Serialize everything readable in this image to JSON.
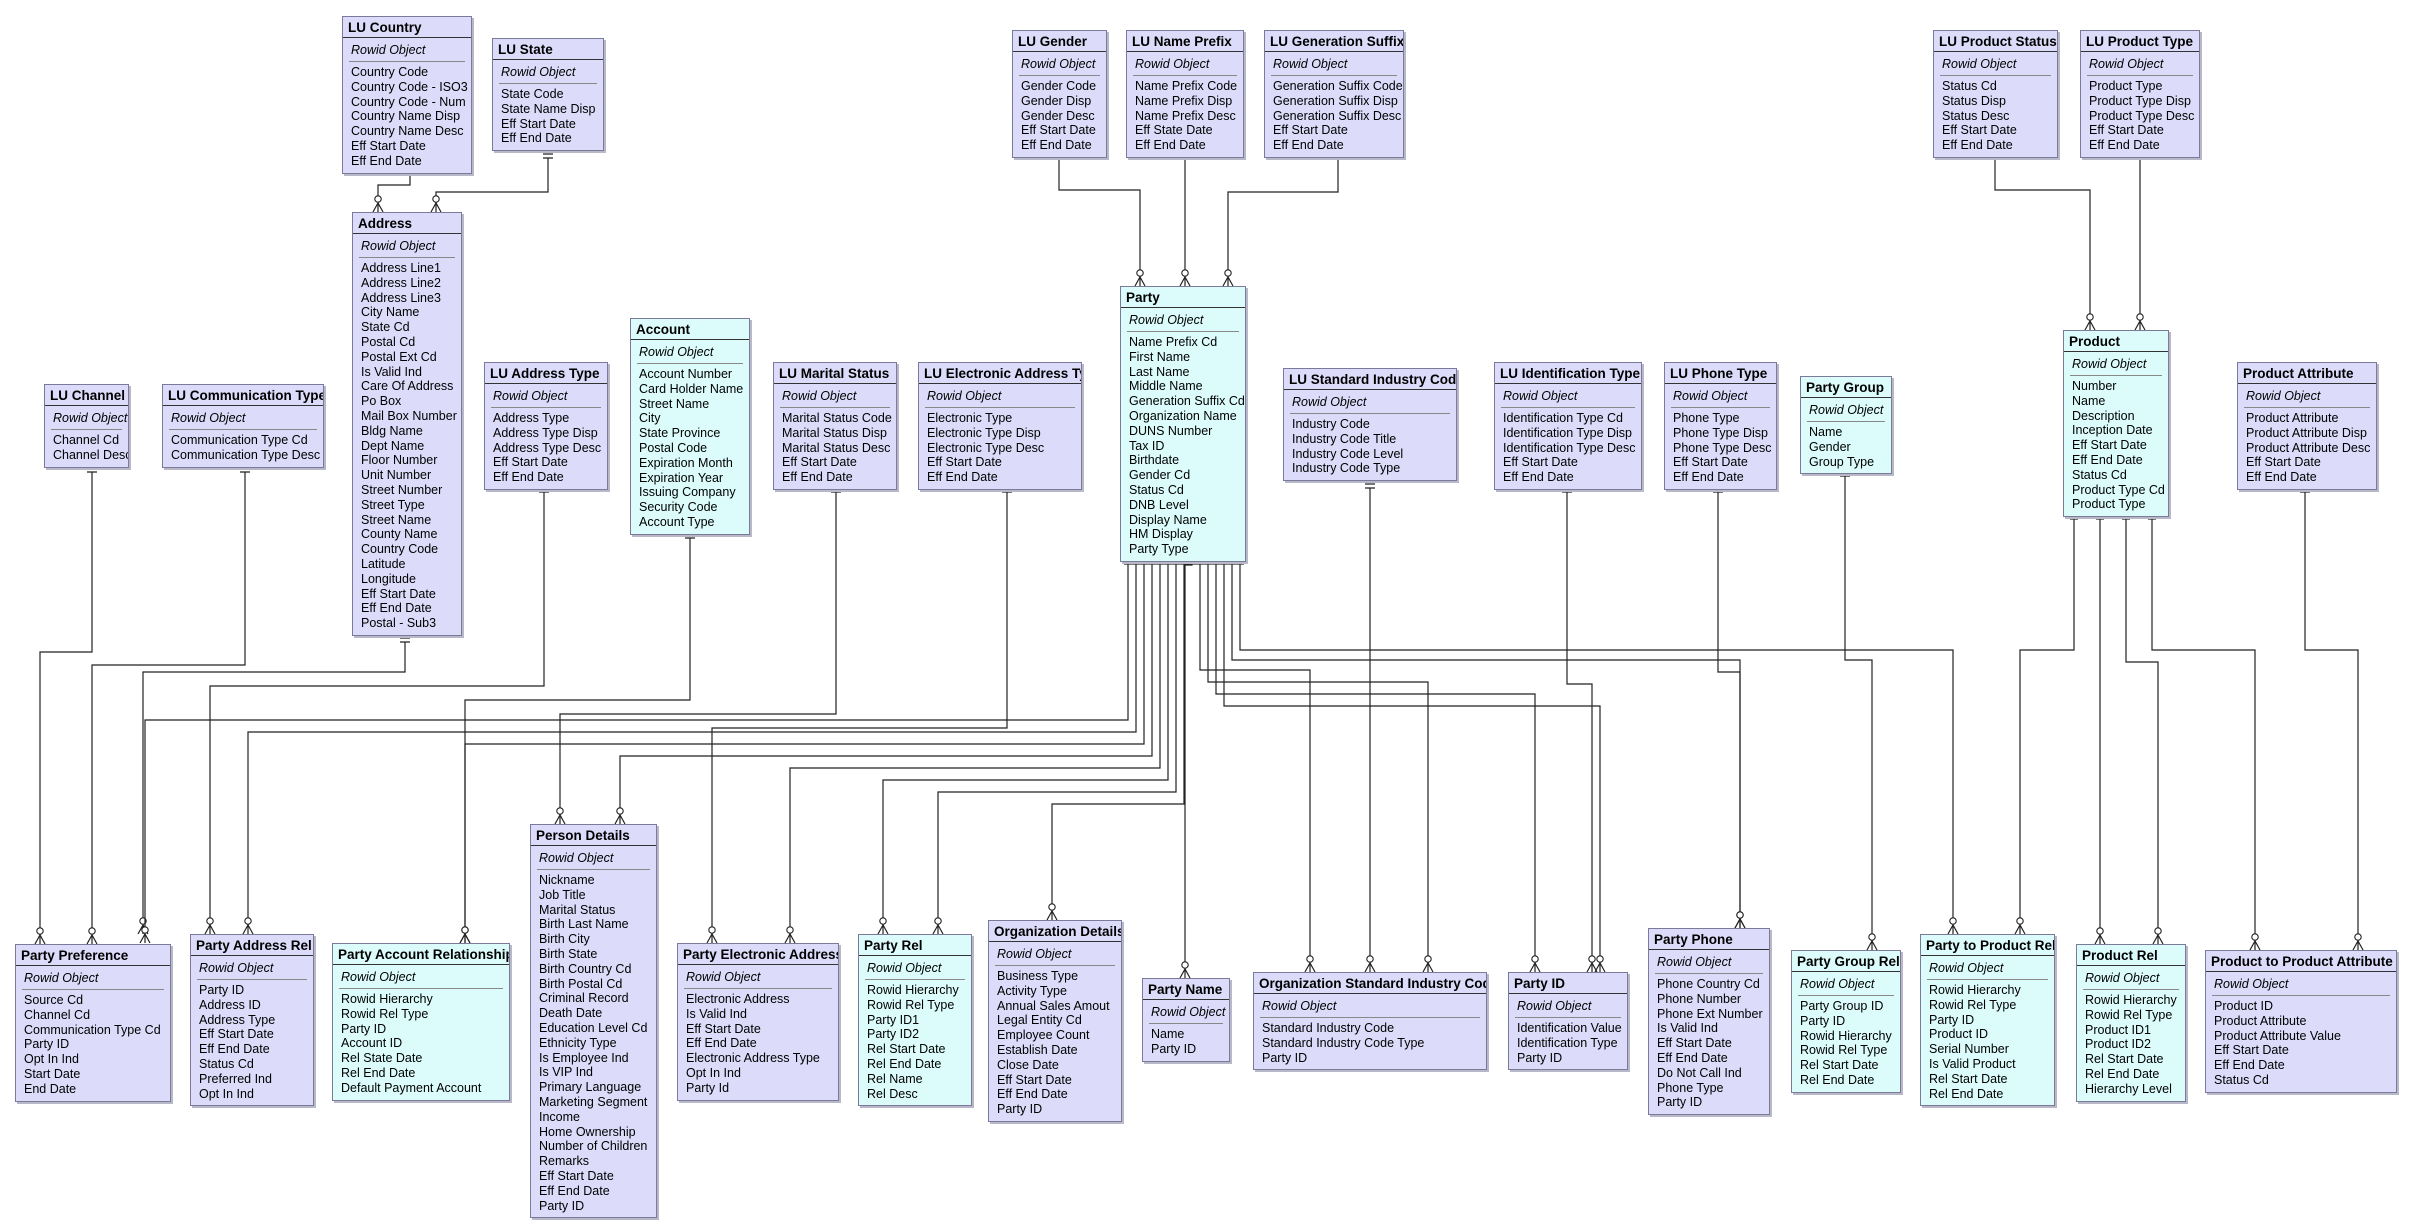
{
  "entities": {
    "lu_country": {
      "title": "LU Country",
      "rowid": "Rowid Object",
      "attrs": [
        "Country Code",
        "Country Code - ISO3",
        "Country Code - Num",
        "Country Name Disp",
        "Country Name Desc",
        "Eff Start Date",
        "Eff End Date"
      ]
    },
    "lu_state": {
      "title": "LU State",
      "rowid": "Rowid Object",
      "attrs": [
        "State Code",
        "State Name Disp",
        "Eff Start Date",
        "Eff End Date"
      ]
    },
    "address": {
      "title": "Address",
      "rowid": "Rowid Object",
      "attrs": [
        "Address Line1",
        "Address Line2",
        "Address Line3",
        "City Name",
        "State Cd",
        "Postal Cd",
        "Postal Ext Cd",
        "Is Valid Ind",
        "Care Of Address",
        "Po Box",
        "Mail Box Number",
        "Bldg Name",
        "Dept Name",
        "Floor Number",
        "Unit Number",
        "Street Number",
        "Street Type",
        "Street Name",
        "County Name",
        "Country Code",
        "Latitude",
        "Longitude",
        "Eff Start Date",
        "Eff End Date",
        "Postal - Sub3"
      ]
    },
    "lu_channel": {
      "title": "LU Channel",
      "rowid": "Rowid Object",
      "attrs": [
        "Channel Cd",
        "Channel Desc"
      ]
    },
    "lu_comm_type": {
      "title": "LU Communication Type",
      "rowid": "Rowid Object",
      "attrs": [
        "Communication Type Cd",
        "Communication Type Desc"
      ]
    },
    "lu_address_type": {
      "title": "LU Address Type",
      "rowid": "Rowid Object",
      "attrs": [
        "Address Type",
        "Address Type Disp",
        "Address Type Desc",
        "Eff Start Date",
        "Eff End Date"
      ]
    },
    "account": {
      "title": "Account",
      "rowid": "Rowid Object",
      "attrs": [
        "Account Number",
        "Card Holder Name",
        "Street Name",
        "City",
        "State Province",
        "Postal Code",
        "Expiration Month",
        "Expiration Year",
        "Issuing Company",
        "Security Code",
        "Account Type"
      ]
    },
    "lu_marital_status": {
      "title": "LU Marital Status",
      "rowid": "Rowid Object",
      "attrs": [
        "Marital Status Code",
        "Marital Status Disp",
        "Marital Status Desc",
        "Eff Start Date",
        "Eff End Date"
      ]
    },
    "lu_electronic_address_type": {
      "title": "LU Electronic Address Type",
      "rowid": "Rowid Object",
      "attrs": [
        "Electronic Type",
        "Electronic Type Disp",
        "Electronic Type Desc",
        "Eff Start Date",
        "Eff End Date"
      ]
    },
    "lu_gender": {
      "title": "LU Gender",
      "rowid": "Rowid Object",
      "attrs": [
        "Gender Code",
        "Gender Disp",
        "Gender Desc",
        "Eff Start Date",
        "Eff End Date"
      ]
    },
    "lu_name_prefix": {
      "title": "LU Name Prefix",
      "rowid": "Rowid Object",
      "attrs": [
        "Name Prefix Code",
        "Name Prefix Disp",
        "Name Prefix Desc",
        "Eff State Date",
        "Eff End Date"
      ]
    },
    "lu_generation_suffix": {
      "title": "LU Generation Suffix",
      "rowid": "Rowid Object",
      "attrs": [
        "Generation Suffix Code",
        "Generation Suffix Disp",
        "Generation Suffix Desc",
        "Eff Start Date",
        "Eff End Date"
      ]
    },
    "party": {
      "title": "Party",
      "rowid": "Rowid Object",
      "attrs": [
        "Name Prefix Cd",
        "First Name",
        "Last Name",
        "Middle Name",
        "Generation Suffix Cd",
        "Organization Name",
        "DUNS Number",
        "Tax ID",
        "Birthdate",
        "Gender Cd",
        "Status Cd",
        "DNB Level",
        "Display Name",
        "HM Display",
        "Party Type"
      ]
    },
    "lu_sic": {
      "title": "LU Standard Industry Code",
      "rowid": "Rowid Object",
      "attrs": [
        "Industry Code",
        "Industry Code Title",
        "Industry Code Level",
        "Industry Code Type"
      ]
    },
    "lu_identification_type": {
      "title": "LU Identification Type",
      "rowid": "Rowid Object",
      "attrs": [
        "Identification Type Cd",
        "Identification Type Disp",
        "Identification Type Desc",
        "Eff Start Date",
        "Eff End Date"
      ]
    },
    "lu_phone_type": {
      "title": "LU Phone Type",
      "rowid": "Rowid Object",
      "attrs": [
        "Phone Type",
        "Phone Type Disp",
        "Phone Type Desc",
        "Eff Start Date",
        "Eff End Date"
      ]
    },
    "party_group": {
      "title": "Party Group",
      "rowid": "Rowid Object",
      "attrs": [
        "Name",
        "Gender",
        "Group Type"
      ]
    },
    "lu_product_status": {
      "title": "LU Product Status",
      "rowid": "Rowid Object",
      "attrs": [
        "Status Cd",
        "Status Disp",
        "Status Desc",
        "Eff Start Date",
        "Eff End Date"
      ]
    },
    "lu_product_type": {
      "title": "LU Product Type",
      "rowid": "Rowid Object",
      "attrs": [
        "Product Type",
        "Product Type Disp",
        "Product Type Desc",
        "Eff Start Date",
        "Eff End Date"
      ]
    },
    "product": {
      "title": "Product",
      "rowid": "Rowid Object",
      "attrs": [
        "Number",
        "Name",
        "Description",
        "Inception Date",
        "Eff Start Date",
        "Eff End Date",
        "Status Cd",
        "Product Type Cd",
        "Product Type"
      ]
    },
    "product_attribute": {
      "title": "Product Attribute",
      "rowid": "Rowid Object",
      "attrs": [
        "Product Attribute",
        "Product Attribute Disp",
        "Product Attribute Desc",
        "Eff Start Date",
        "Eff End Date"
      ]
    },
    "party_preference": {
      "title": "Party Preference",
      "rowid": "Rowid Object",
      "attrs": [
        "Source Cd",
        "Channel Cd",
        "Communication Type Cd",
        "Party ID",
        "Opt In Ind",
        "Start Date",
        "End Date"
      ]
    },
    "party_address_rel": {
      "title": "Party Address Rel",
      "rowid": "Rowid Object",
      "attrs": [
        "Party ID",
        "Address ID",
        "Address Type",
        "Eff Start Date",
        "Eff End Date",
        "Status Cd",
        "Preferred Ind",
        "Opt In Ind"
      ]
    },
    "party_account_relationship": {
      "title": "Party Account Relationship",
      "rowid": "Rowid Object",
      "attrs": [
        "Rowid Hierarchy",
        "Rowid Rel Type",
        "Party ID",
        "Account ID",
        "Rel State Date",
        "Rel End Date",
        "Default Payment Account"
      ]
    },
    "person_details": {
      "title": "Person Details",
      "rowid": "Rowid Object",
      "attrs": [
        "Nickname",
        "Job Title",
        "Marital Status",
        "Birth Last Name",
        "Birth City",
        "Birth State",
        "Birth Country Cd",
        "Birth Postal Cd",
        "Criminal Record",
        "Death Date",
        "Education Level Cd",
        "Ethnicity Type",
        "Is Employee Ind",
        "Is VIP Ind",
        "Primary Language",
        "Marketing Segment",
        "Income",
        "Home Ownership",
        "Number of Children",
        "Remarks",
        "Eff Start Date",
        "Eff End Date",
        "Party ID"
      ]
    },
    "party_electronic_address": {
      "title": "Party Electronic Address",
      "rowid": "Rowid Object",
      "attrs": [
        "Electronic Address",
        "Is Valid Ind",
        "Eff Start Date",
        "Eff End Date",
        "Electronic Address Type",
        "Opt In Ind",
        "Party Id"
      ]
    },
    "party_rel": {
      "title": "Party Rel",
      "rowid": "Rowid Object",
      "attrs": [
        "Rowid Hierarchy",
        "Rowid Rel Type",
        "Party ID1",
        "Party ID2",
        "Rel Start Date",
        "Rel End Date",
        "Rel Name",
        "Rel Desc"
      ]
    },
    "organization_details": {
      "title": "Organization Details",
      "rowid": "Rowid Object",
      "attrs": [
        "Business Type",
        "Activity Type",
        "Annual Sales Amout",
        "Legal Entity Cd",
        "Employee Count",
        "Establish Date",
        "Close Date",
        "Eff Start Date",
        "Eff End Date",
        "Party ID"
      ]
    },
    "party_name": {
      "title": "Party Name",
      "rowid": "Rowid Object",
      "attrs": [
        "Name",
        "Party ID"
      ]
    },
    "org_sic": {
      "title": "Organization Standard Industry Code",
      "rowid": "Rowid Object",
      "attrs": [
        "Standard Industry Code",
        "Standard Industry Code Type",
        "Party ID"
      ]
    },
    "party_id": {
      "title": "Party ID",
      "rowid": "Rowid Object",
      "attrs": [
        "Identification Value",
        "Identification Type",
        "Party ID"
      ]
    },
    "party_phone": {
      "title": "Party Phone",
      "rowid": "Rowid Object",
      "attrs": [
        "Phone Country Cd",
        "Phone Number",
        "Phone Ext Number",
        "Is Valid Ind",
        "Eff Start Date",
        "Eff End Date",
        "Do Not Call Ind",
        "Phone Type",
        "Party ID"
      ]
    },
    "party_group_rel": {
      "title": "Party Group Rel",
      "rowid": "Rowid Object",
      "attrs": [
        "Party Group ID",
        "Party ID",
        "Rowid Hierarchy",
        "Rowid Rel Type",
        "Rel Start Date",
        "Rel End Date"
      ]
    },
    "party_to_product_rel": {
      "title": "Party to Product Rel",
      "rowid": "Rowid Object",
      "attrs": [
        "Rowid Hierarchy",
        "Rowid Rel Type",
        "Party ID",
        "Product ID",
        "Serial Number",
        "Is Valid Product",
        "Rel Start Date",
        "Rel End Date"
      ]
    },
    "product_rel": {
      "title": "Product Rel",
      "rowid": "Rowid Object",
      "attrs": [
        "Rowid Hierarchy",
        "Rowid Rel Type",
        "Product ID1",
        "Product ID2",
        "Rel Start Date",
        "Rel End Date",
        "Hierarchy Level"
      ]
    },
    "product_to_product_attribute_rel": {
      "title": "Product to Product Attribute Rel",
      "rowid": "Rowid Object",
      "attrs": [
        "Product ID",
        "Product Attribute",
        "Product Attribute Value",
        "Eff Start Date",
        "Eff End Date",
        "Status Cd"
      ]
    }
  }
}
